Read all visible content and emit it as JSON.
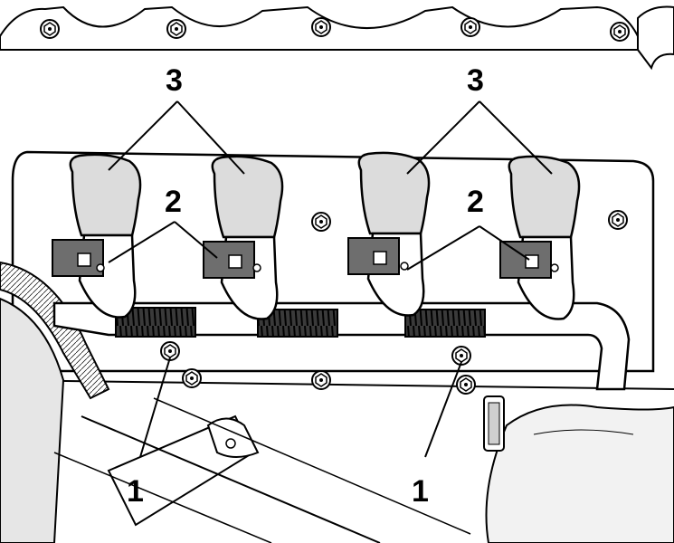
{
  "callouts": {
    "coils": "3",
    "connectors": "2",
    "bolts": "1"
  },
  "colors": {
    "ink": "#000000",
    "paper": "#ffffff",
    "shade": "#d9d9d9",
    "connector": "#6e6e6e"
  }
}
